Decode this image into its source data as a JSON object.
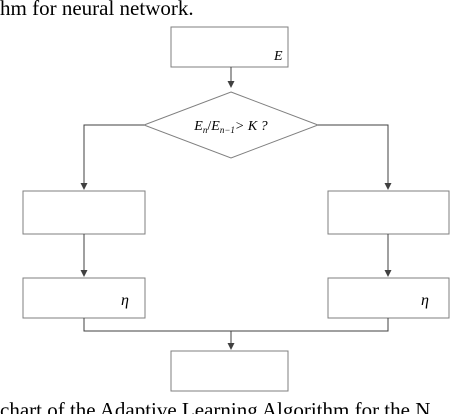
{
  "caption": {
    "top_fragment": "hm for neural network.",
    "bottom_fragment": "chart of the Adaptive Learning Algorithm for the N"
  },
  "flowchart": {
    "start_box": {
      "symbol": "E"
    },
    "decision": {
      "E": "E",
      "n": "n",
      "slash": "/",
      "n_minus_1": "n−1",
      "gt_K": "> K ?"
    },
    "left_branch": {
      "top_box_text": "",
      "bottom_box_symbol": "η"
    },
    "right_branch": {
      "top_box_text": "",
      "bottom_box_symbol": "η"
    },
    "end_box": {
      "text": ""
    }
  },
  "colors": {
    "box_stroke": "#7f7f7f",
    "edge_stroke": "#404040",
    "text": "#000000"
  }
}
